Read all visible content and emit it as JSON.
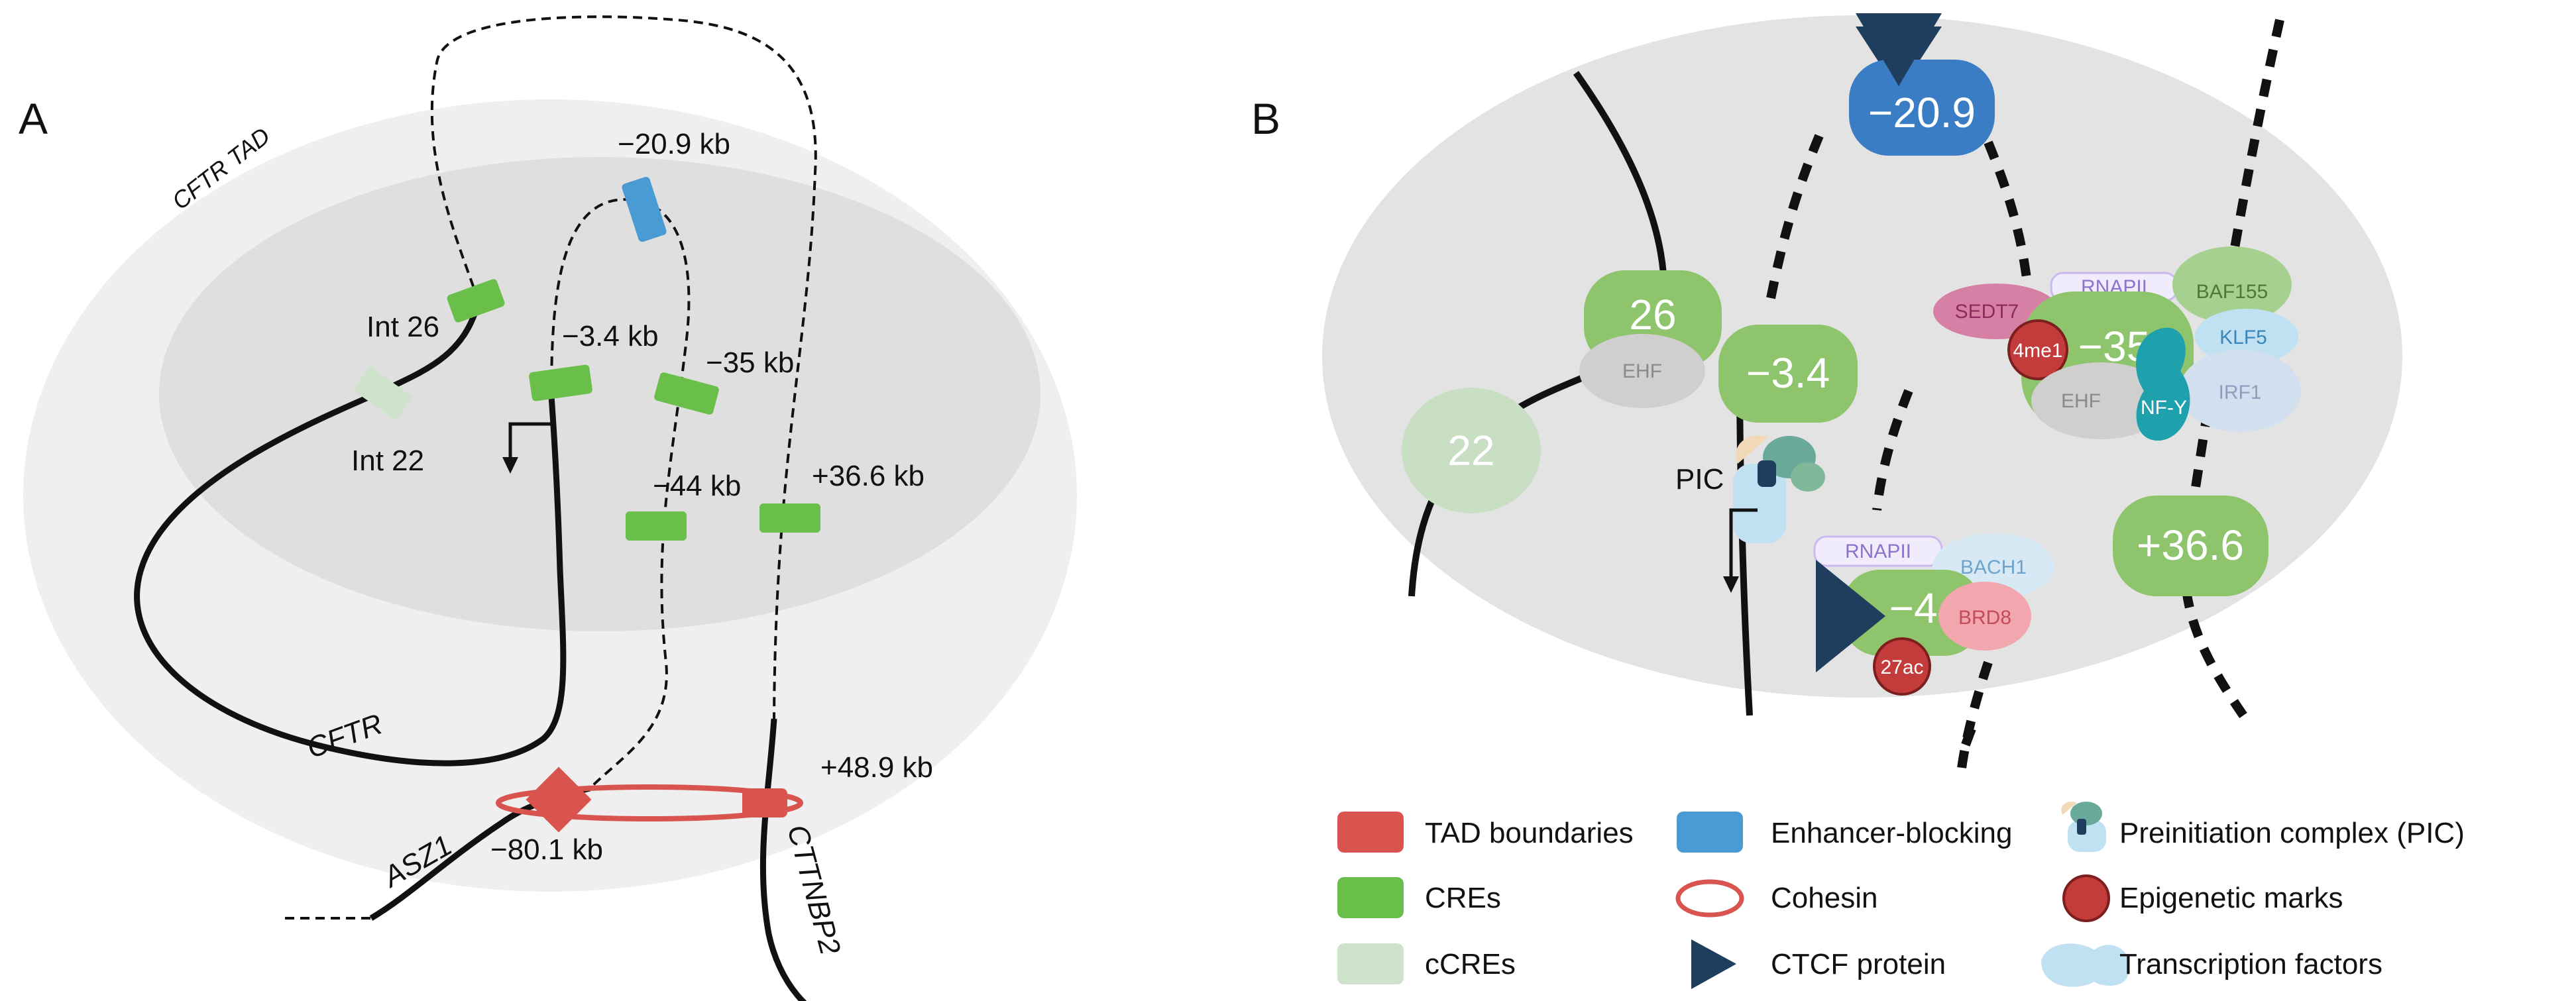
{
  "colors": {
    "cre_green": "#6abf4b",
    "ccre_green": "#cfe3cc",
    "enhancer_blue": "#4a9ad4",
    "boundary_red": "#d9534f",
    "ctcf_navy": "#1f3d5c",
    "outer_ellipse": "#efefef",
    "inner_ellipse": "#e0dfdf",
    "panel_b_bg": "#e4e3e3"
  },
  "panel_a": {
    "letter": "A",
    "tad_label": "CFTR TAD",
    "labels": {
      "int26": "Int 26",
      "int22": "Int 22",
      "enh_209": "−20.9 kb",
      "m34": "−3.4 kb",
      "m35": "−35 kb",
      "m44": "−44 kb",
      "p366": "+36.6 kb",
      "p489": "+48.9 kb",
      "m801": "−80.1 kb",
      "cftr": "CFTR",
      "asz1": "ASZ1",
      "cttnbp2": "CTTNBP2"
    }
  },
  "panel_b": {
    "letter": "B",
    "elements": {
      "m209": "−20.9",
      "e26": "26",
      "e22": "22",
      "m34": "−3.4",
      "m35": "−35",
      "m44": "−44",
      "p366": "+36.6"
    },
    "factors": {
      "sedt7": "SEDT7",
      "rnapii_top": "RNAPII",
      "baf155": "BAF155",
      "mark_4me1": "4me1",
      "klf5": "KLF5",
      "ehf_26": "EHF",
      "ehf_35": "EHF",
      "irf1": "IRF1",
      "nfy": "NF-Y",
      "rnapii_bot": "RNAPII",
      "bach1": "BACH1",
      "brd8": "BRD8",
      "mark_27ac": "27ac"
    },
    "pic_label": "PIC"
  },
  "legend": [
    {
      "label": "TAD boundaries",
      "icon": "red-rectangle-icon"
    },
    {
      "label": "CREs",
      "icon": "green-rectangle-icon"
    },
    {
      "label": "cCREs",
      "icon": "pale-green-rectangle-icon"
    },
    {
      "label": "Enhancer-blocking",
      "icon": "blue-rectangle-icon"
    },
    {
      "label": "Cohesin",
      "icon": "red-ring-icon"
    },
    {
      "label": "CTCF protein",
      "icon": "navy-triangle-icon"
    },
    {
      "label": "Preinitiation complex (PIC)",
      "icon": "pic-complex-icon"
    },
    {
      "label": "Epigenetic marks",
      "icon": "red-circle-icon"
    },
    {
      "label": "Transcription factors",
      "icon": "blue-blob-icon"
    }
  ]
}
